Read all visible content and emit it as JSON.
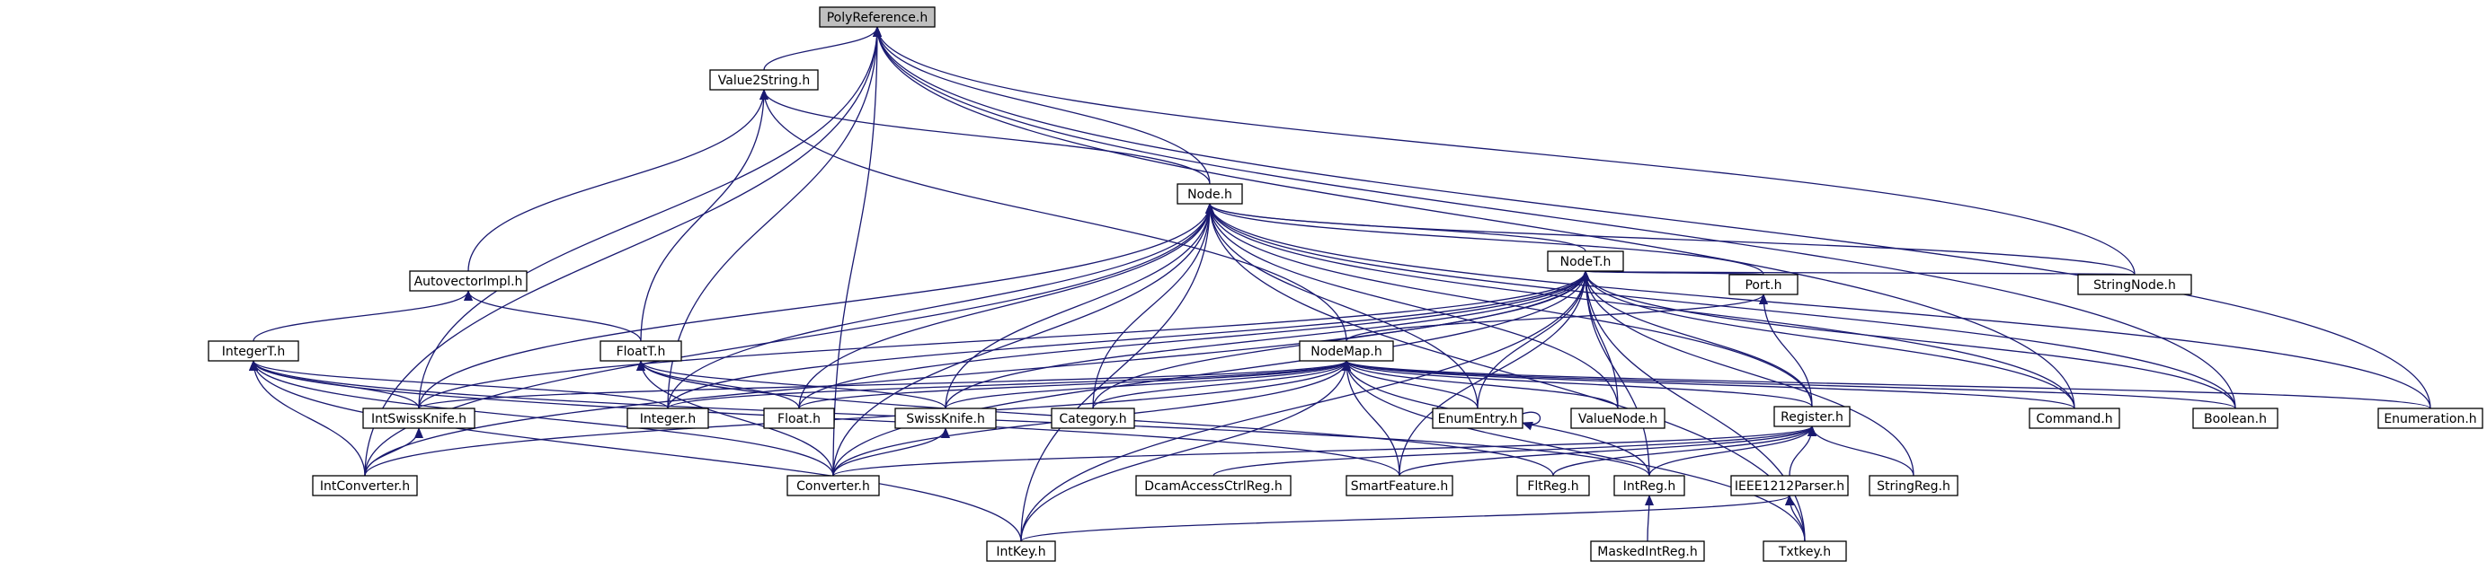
{
  "graph": {
    "colors": {
      "edge": "#191970",
      "muted_edge": "#7f7f7f",
      "node_fill": "#ffffff",
      "root_fill": "#bfbfbf"
    },
    "nodes": [
      {
        "id": "PolyReference",
        "label": "PolyReference.h",
        "root": true
      },
      {
        "id": "Value2String",
        "label": "Value2String.h"
      },
      {
        "id": "Node",
        "label": "Node.h"
      },
      {
        "id": "NodeT",
        "label": "NodeT.h"
      },
      {
        "id": "AutovectorImpl",
        "label": "AutovectorImpl.h"
      },
      {
        "id": "Port",
        "label": "Port.h"
      },
      {
        "id": "StringNode",
        "label": "StringNode.h"
      },
      {
        "id": "IntegerT",
        "label": "IntegerT.h"
      },
      {
        "id": "FloatT",
        "label": "FloatT.h"
      },
      {
        "id": "NodeMap",
        "label": "NodeMap.h"
      },
      {
        "id": "IntSwissKnife",
        "label": "IntSwissKnife.h"
      },
      {
        "id": "Integer",
        "label": "Integer.h"
      },
      {
        "id": "Float",
        "label": "Float.h"
      },
      {
        "id": "SwissKnife",
        "label": "SwissKnife.h"
      },
      {
        "id": "Category",
        "label": "Category.h"
      },
      {
        "id": "EnumEntry",
        "label": "EnumEntry.h"
      },
      {
        "id": "ValueNode",
        "label": "ValueNode.h"
      },
      {
        "id": "Register",
        "label": "Register.h"
      },
      {
        "id": "Command",
        "label": "Command.h"
      },
      {
        "id": "Boolean",
        "label": "Boolean.h"
      },
      {
        "id": "Enumeration",
        "label": "Enumeration.h"
      },
      {
        "id": "IntConverter",
        "label": "IntConverter.h"
      },
      {
        "id": "Converter",
        "label": "Converter.h"
      },
      {
        "id": "DcamAccessCtrlReg",
        "label": "DcamAccessCtrlReg.h"
      },
      {
        "id": "SmartFeature",
        "label": "SmartFeature.h"
      },
      {
        "id": "FltReg",
        "label": "FltReg.h"
      },
      {
        "id": "IntReg",
        "label": "IntReg.h"
      },
      {
        "id": "IEEE1212Parser",
        "label": "IEEE1212Parser.h"
      },
      {
        "id": "StringReg",
        "label": "StringReg.h"
      },
      {
        "id": "IntKey",
        "label": "IntKey.h"
      },
      {
        "id": "MaskedIntReg",
        "label": "MaskedIntReg.h"
      },
      {
        "id": "TxtKey",
        "label": "Txtkey.h"
      }
    ],
    "edges": [
      [
        "Value2String",
        "PolyReference"
      ],
      [
        "Node",
        "PolyReference"
      ],
      [
        "StringNode",
        "PolyReference"
      ],
      [
        "Command",
        "PolyReference"
      ],
      [
        "Boolean",
        "PolyReference"
      ],
      [
        "Enumeration",
        "PolyReference"
      ],
      [
        "IntSwissKnife",
        "PolyReference"
      ],
      [
        "Integer",
        "PolyReference"
      ],
      [
        "IntConverter",
        "PolyReference"
      ],
      [
        "Converter",
        "PolyReference"
      ],
      [
        "Node",
        "Value2String"
      ],
      [
        "AutovectorImpl",
        "Value2String"
      ],
      [
        "FloatT",
        "Value2String"
      ],
      [
        "NodeMap",
        "Value2String"
      ],
      [
        "NodeT",
        "Node"
      ],
      [
        "Port",
        "Node"
      ],
      [
        "StringNode",
        "Node"
      ],
      [
        "Register",
        "Node"
      ],
      [
        "Command",
        "Node"
      ],
      [
        "Boolean",
        "Node"
      ],
      [
        "Enumeration",
        "Node"
      ],
      [
        "TxtKey",
        "Node"
      ],
      [
        "IntKey",
        "Node"
      ],
      [
        "IntSwissKnife",
        "Node"
      ],
      [
        "Integer",
        "Node"
      ],
      [
        "Float",
        "Node"
      ],
      [
        "SwissKnife",
        "Node"
      ],
      [
        "Category",
        "Node"
      ],
      [
        "EnumEntry",
        "Node"
      ],
      [
        "ValueNode",
        "Node"
      ],
      [
        "IntConverter",
        "Node"
      ],
      [
        "Converter",
        "Node"
      ],
      [
        "Port",
        "NodeT"
      ],
      [
        "StringNode",
        "NodeT"
      ],
      [
        "Register",
        "NodeT"
      ],
      [
        "Command",
        "NodeT"
      ],
      [
        "Boolean",
        "NodeT"
      ],
      [
        "EnumEntry",
        "NodeT"
      ],
      [
        "ValueNode",
        "NodeT"
      ],
      [
        "Category",
        "NodeT"
      ],
      [
        "SwissKnife",
        "NodeT"
      ],
      [
        "Float",
        "NodeT"
      ],
      [
        "Integer",
        "NodeT"
      ],
      [
        "IntSwissKnife",
        "NodeT"
      ],
      [
        "IntConverter",
        "NodeT"
      ],
      [
        "Converter",
        "NodeT"
      ],
      [
        "IntReg",
        "NodeT"
      ],
      [
        "StringReg",
        "NodeT"
      ],
      [
        "TxtKey",
        "NodeT"
      ],
      [
        "IntKey",
        "NodeT"
      ],
      [
        "SmartFeature",
        "NodeT"
      ],
      [
        "IntegerT",
        "AutovectorImpl"
      ],
      [
        "FloatT",
        "AutovectorImpl"
      ],
      [
        "NodeMap",
        "Port"
      ],
      [
        "Register",
        "Port"
      ],
      [
        "IntSwissKnife",
        "IntegerT"
      ],
      [
        "Integer",
        "IntegerT"
      ],
      [
        "IntConverter",
        "IntegerT"
      ],
      [
        "IntKey",
        "IntegerT"
      ],
      [
        "SmartFeature",
        "IntegerT"
      ],
      [
        "IntReg",
        "IntegerT"
      ],
      [
        "Converter",
        "IntegerT"
      ],
      [
        "Float",
        "FloatT"
      ],
      [
        "SwissKnife",
        "FloatT"
      ],
      [
        "Converter",
        "FloatT"
      ],
      [
        "FltReg",
        "FloatT"
      ],
      [
        "IntSwissKnife",
        "NodeMap"
      ],
      [
        "Integer",
        "NodeMap"
      ],
      [
        "Float",
        "NodeMap"
      ],
      [
        "SwissKnife",
        "NodeMap"
      ],
      [
        "Category",
        "NodeMap"
      ],
      [
        "EnumEntry",
        "NodeMap"
      ],
      [
        "ValueNode",
        "NodeMap"
      ],
      [
        "Register",
        "NodeMap"
      ],
      [
        "Command",
        "NodeMap"
      ],
      [
        "Boolean",
        "NodeMap"
      ],
      [
        "Enumeration",
        "NodeMap"
      ],
      [
        "IntConverter",
        "NodeMap"
      ],
      [
        "Converter",
        "NodeMap"
      ],
      [
        "SmartFeature",
        "NodeMap"
      ],
      [
        "IntReg",
        "NodeMap"
      ],
      [
        "IntKey",
        "NodeMap"
      ],
      [
        "TxtKey",
        "NodeMap"
      ],
      [
        "EnumEntry",
        "EnumEntry"
      ],
      [
        "IntConverter",
        "IntSwissKnife"
      ],
      [
        "Converter",
        "SwissKnife"
      ],
      [
        "Converter",
        "Register"
      ],
      [
        "DcamAccessCtrlReg",
        "Register"
      ],
      [
        "SmartFeature",
        "Register"
      ],
      [
        "FltReg",
        "Register"
      ],
      [
        "IntReg",
        "Register"
      ],
      [
        "IEEE1212Parser",
        "Register"
      ],
      [
        "StringReg",
        "Register"
      ],
      [
        "MaskedIntReg",
        "IntReg"
      ],
      [
        "IntKey",
        "IEEE1212Parser"
      ],
      [
        "TxtKey",
        "IEEE1212Parser"
      ]
    ]
  }
}
